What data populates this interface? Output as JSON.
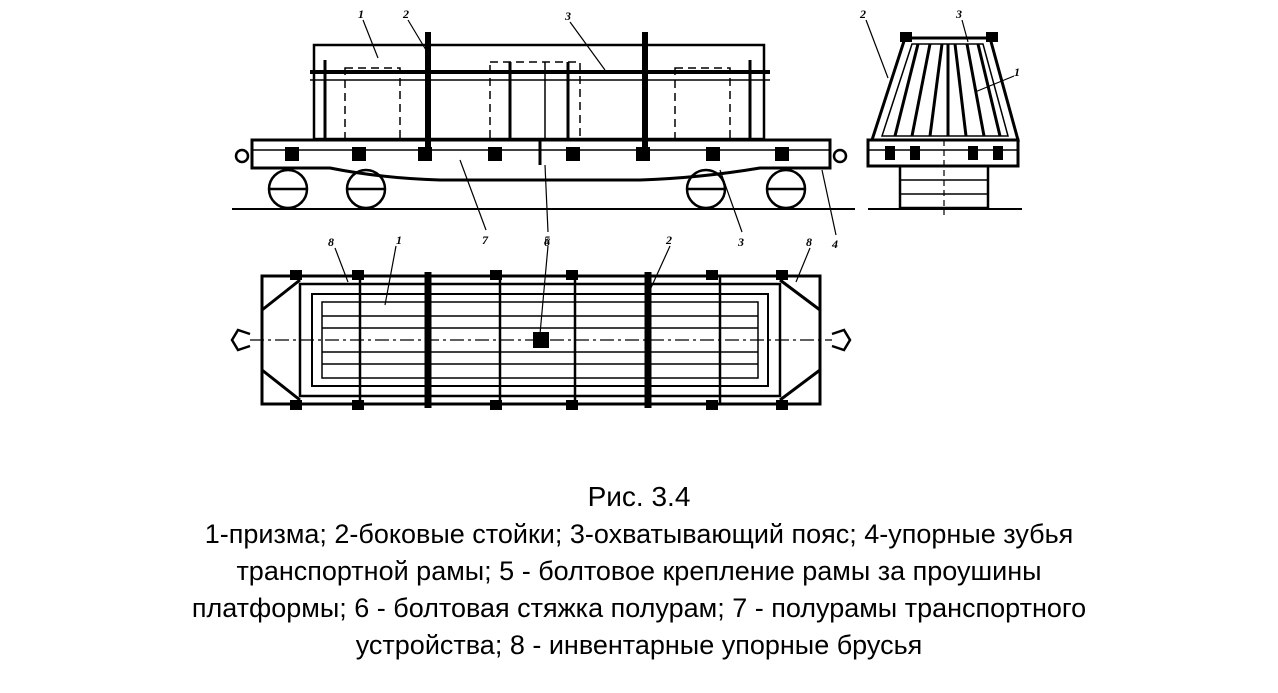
{
  "figure": {
    "title": "Рис. 3.4",
    "legend_lines": [
      "1-призма; 2-боковые стойки; 3-охватывающий пояс; 4-упорные зубья",
      "транспортной рамы; 5 - болтовое крепление рамы за проушины",
      "платформы; 6 - болтовая стяжка полурам; 7 - полурамы транспортного",
      "устройства; 8 - инвентарные упорные брусья"
    ]
  },
  "callouts": {
    "side_view": [
      "1",
      "2",
      "3",
      "7",
      "6",
      "3",
      "4"
    ],
    "end_view": [
      "2",
      "3",
      "1"
    ],
    "plan_view": [
      "8",
      "1",
      "5",
      "2",
      "8"
    ]
  }
}
